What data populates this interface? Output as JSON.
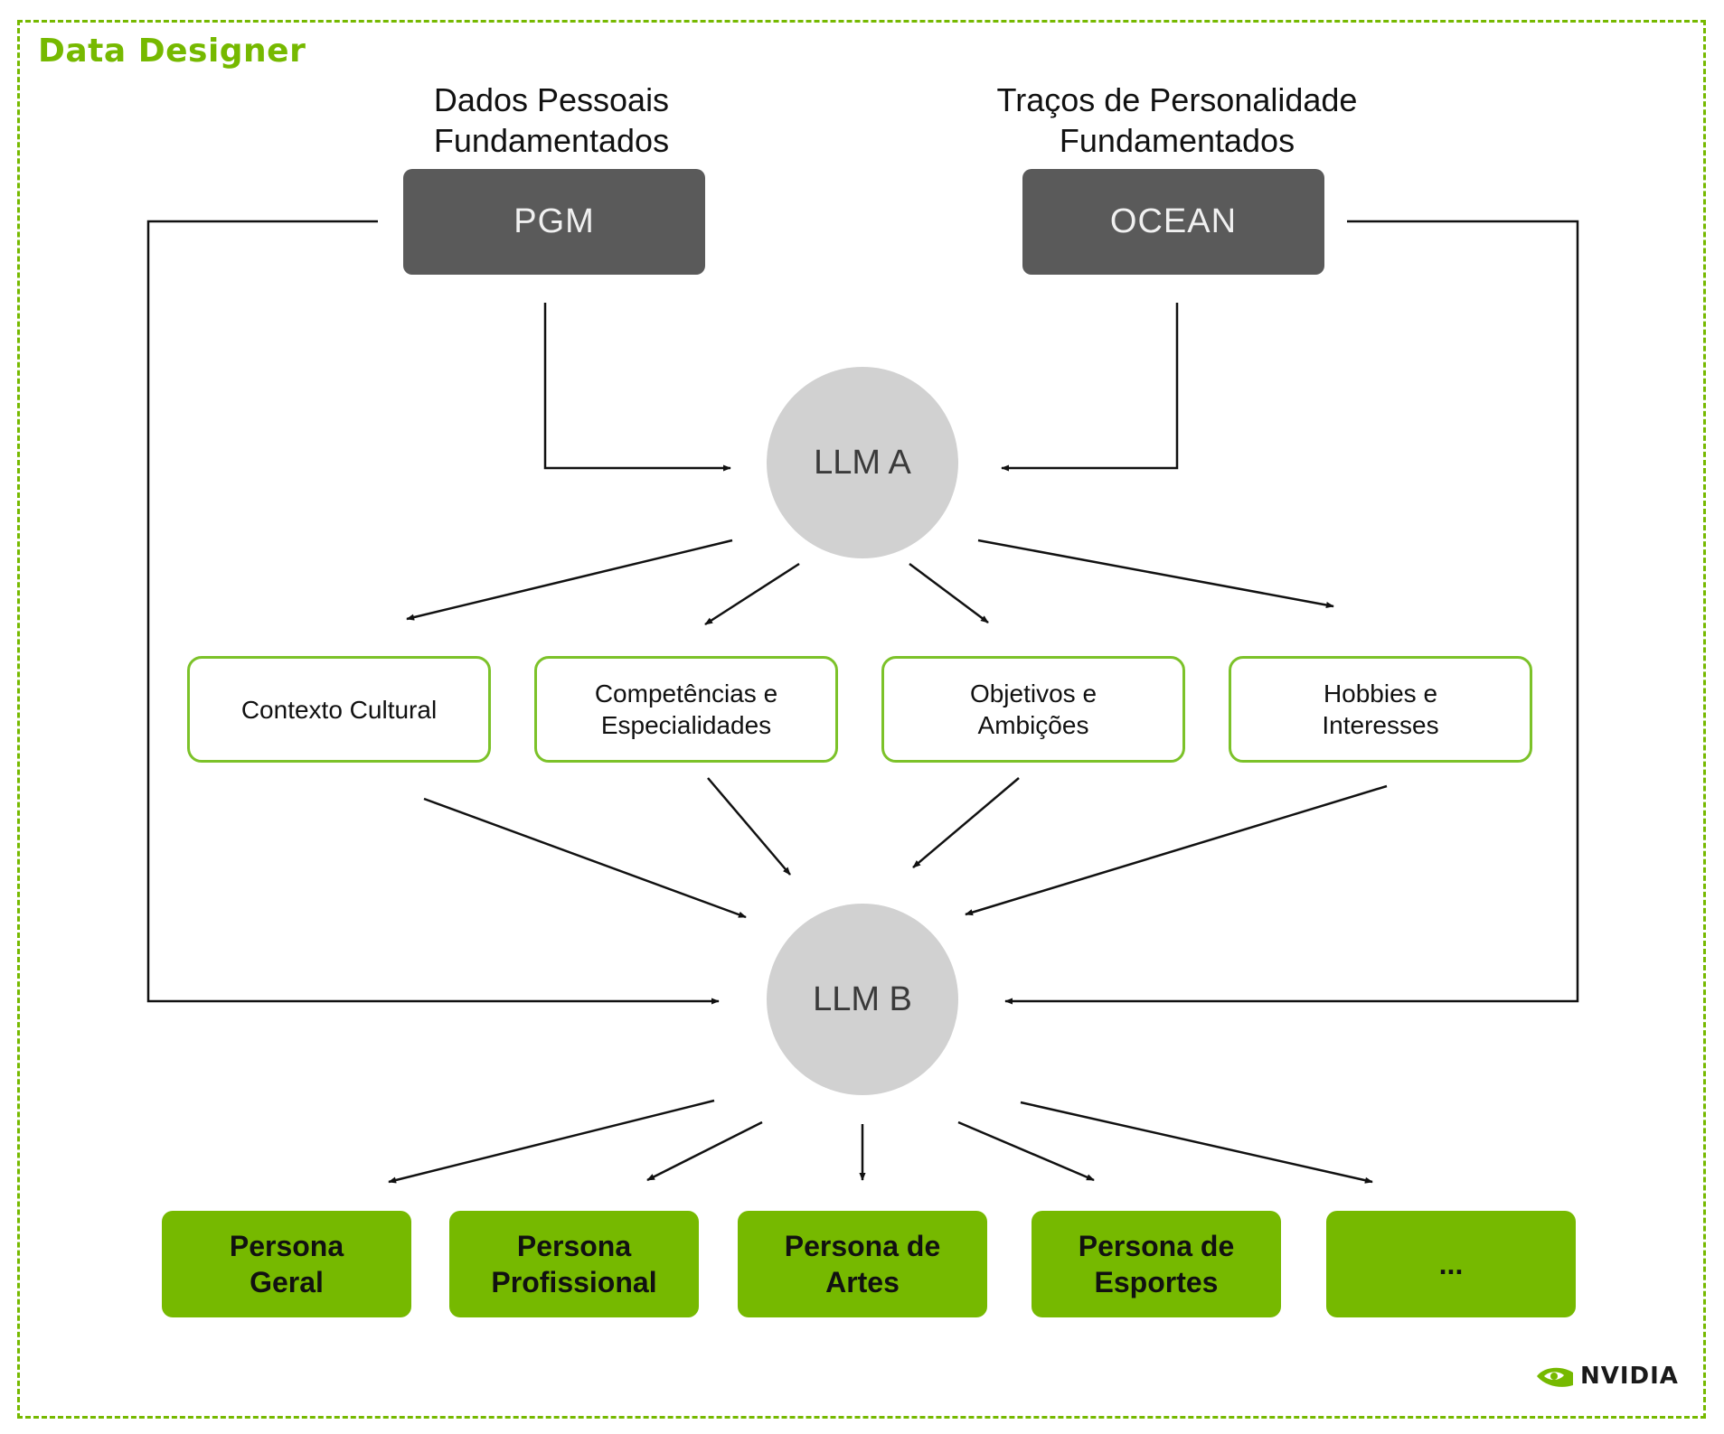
{
  "frame": {
    "title": "Data Designer"
  },
  "sources": [
    {
      "label_line1": "Dados Pessoais",
      "label_line2": "Fundamentados",
      "box": "PGM"
    },
    {
      "label_line1": "Traços de Personalidade",
      "label_line2": "Fundamentados",
      "box": "OCEAN"
    }
  ],
  "llms": {
    "a": "LLM A",
    "b": "LLM B"
  },
  "attributes": [
    {
      "line1": "Contexto Cultural",
      "line2": ""
    },
    {
      "line1": "Competências e",
      "line2": "Especialidades"
    },
    {
      "line1": "Objetivos e",
      "line2": "Ambições"
    },
    {
      "line1": "Hobbies e",
      "line2": "Interesses"
    }
  ],
  "personas": [
    {
      "line1": "Persona",
      "line2": "Geral"
    },
    {
      "line1": "Persona",
      "line2": "Profissional"
    },
    {
      "line1": "Persona de",
      "line2": "Artes"
    },
    {
      "line1": "Persona de",
      "line2": "Esportes"
    },
    {
      "line1": "...",
      "line2": ""
    }
  ],
  "logo": {
    "text": "NVIDIA",
    "icon": "nvidia-eye-icon"
  },
  "colors": {
    "accent": "#76b900",
    "source_box": "#5a5a5a",
    "llm_circle": "#d1d1d1"
  }
}
